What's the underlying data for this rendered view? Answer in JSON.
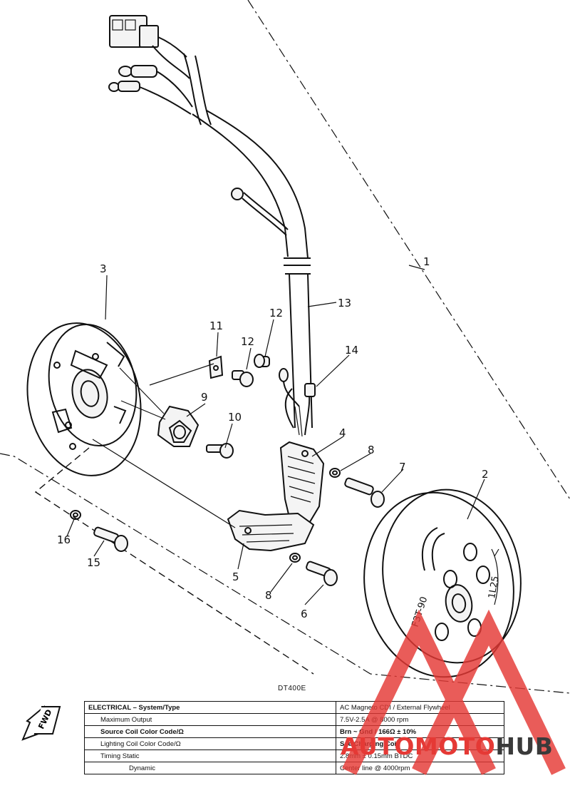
{
  "labels": {
    "p1": "1",
    "p2": "2",
    "p3": "3",
    "p4": "4",
    "p5": "5",
    "p6": "6",
    "p7": "7",
    "p8a": "8",
    "p8b": "8",
    "p9": "9",
    "p10": "10",
    "p11": "11",
    "p12a": "12",
    "p12b": "12",
    "p13": "13",
    "p14": "14",
    "p15": "15",
    "p16": "16"
  },
  "model_code": "DT400E",
  "fwd_label": "FWD",
  "spec_table": {
    "rows": [
      {
        "label": "ELECTRICAL – System/Type",
        "value": "AC Magneto CDI / External Flywheel"
      },
      {
        "label": "Maximum Output",
        "value": "7.5V-2.5A @ 8000 rpm"
      },
      {
        "label": "Source Coil Color Code/Ω",
        "value": "Brn ~ Gnd / 166Ω ± 10%"
      },
      {
        "label": "Lighting Coil Color Code/Ω",
        "value": "See Charging Coil"
      },
      {
        "label": "Timing   Static",
        "value": "2.8mm ± 0.15mm BTDC"
      },
      {
        "label": "Dynamic",
        "value": "Center line @ 4000rpm"
      }
    ]
  },
  "flywheel_marks": {
    "left": "F3T-90",
    "right": "1L25"
  },
  "watermark": {
    "part1": "AUTO",
    "part2": "MOTO",
    "part3": "HUB"
  },
  "colors": {
    "ink": "#111111",
    "watermark_red": "#e53935",
    "watermark_dark": "#3a3a3a"
  }
}
